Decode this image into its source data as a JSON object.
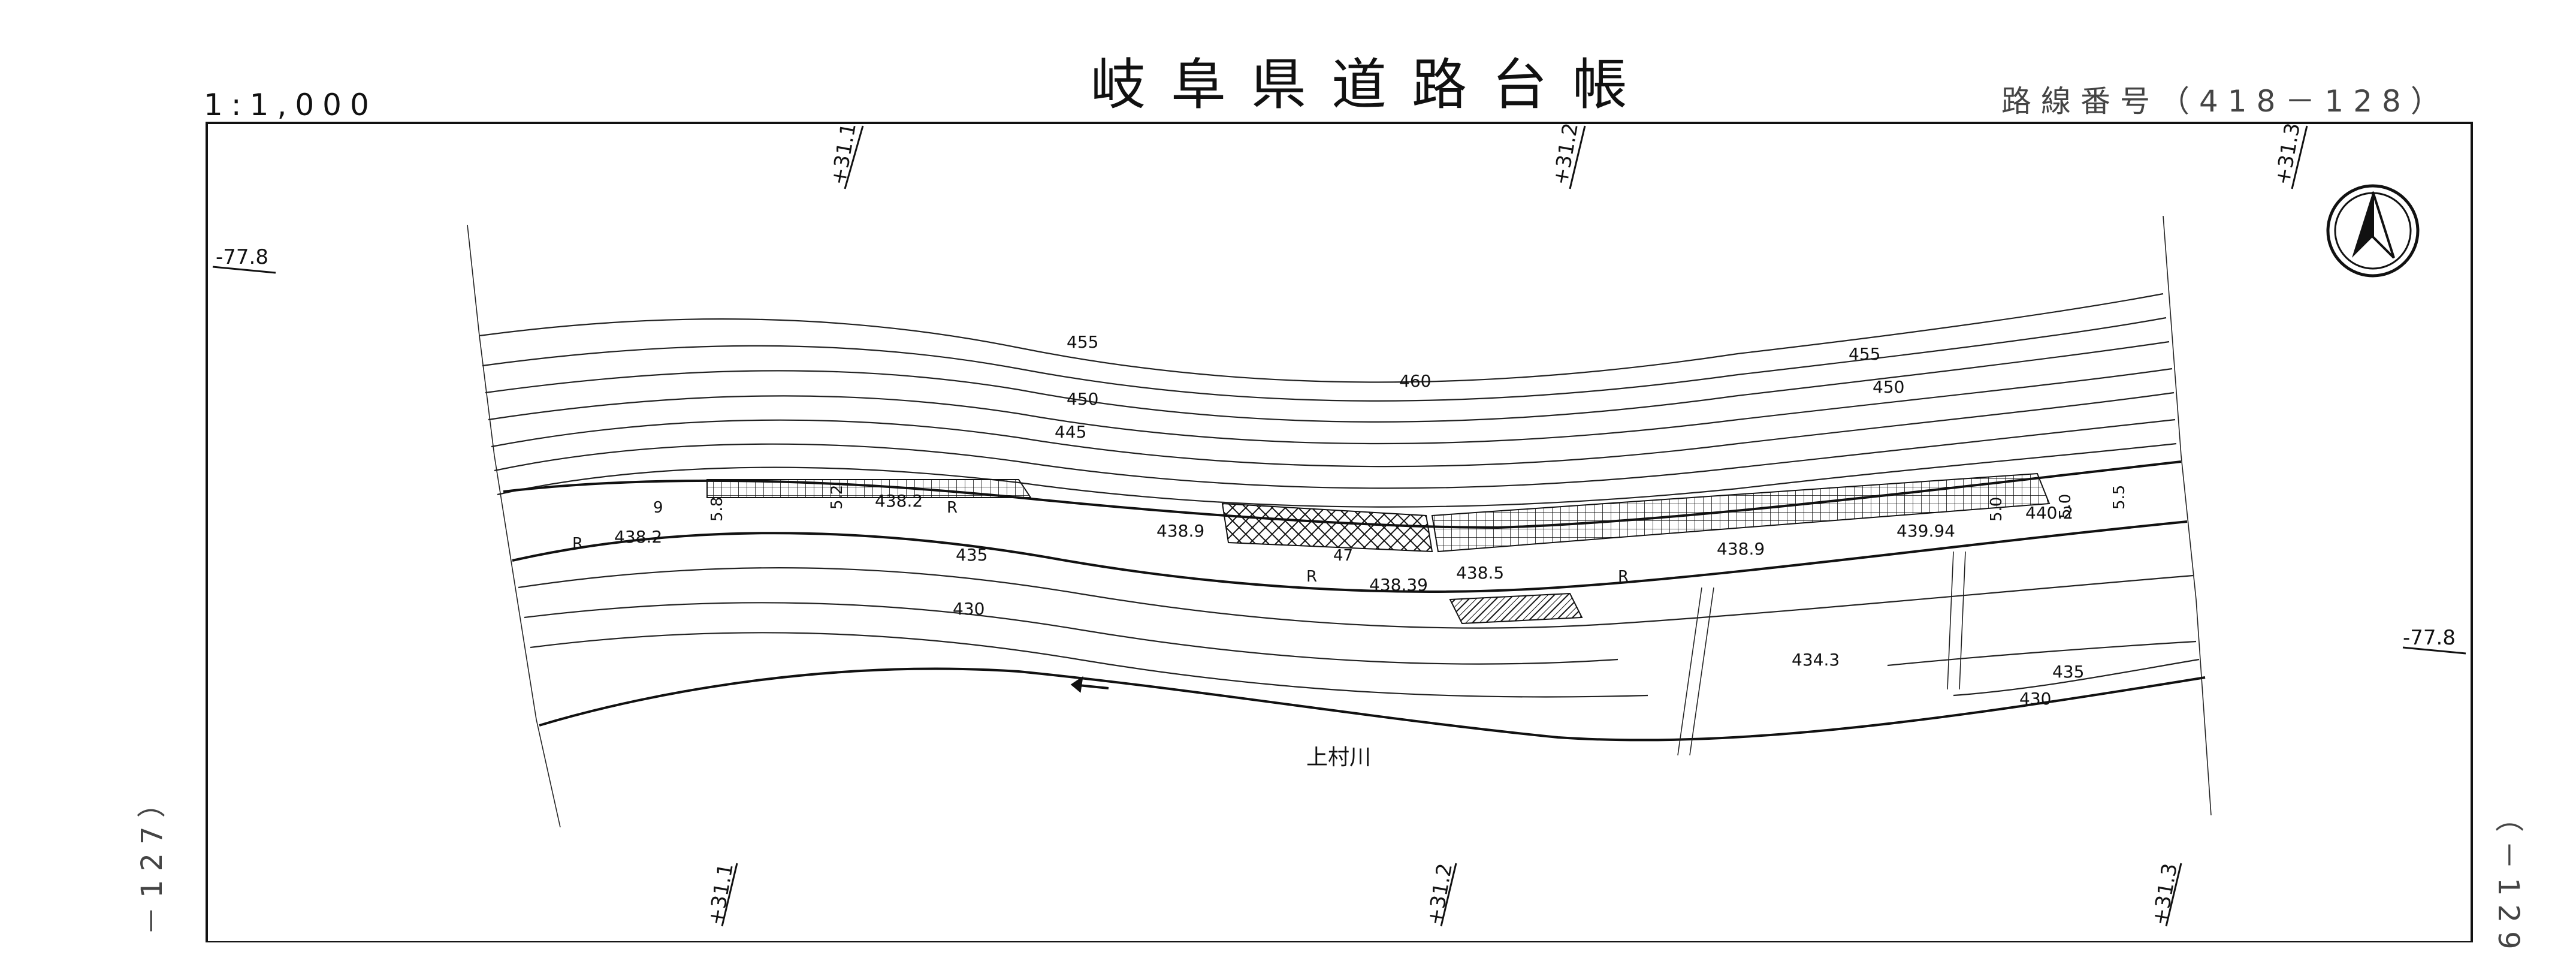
{
  "sheet": {
    "title": "岐阜県道路台帳",
    "scale": "1:1,000",
    "route_number": "路線番号（418－128）",
    "prev_sheet": "－127）",
    "next_sheet": "（－129"
  },
  "grid": {
    "top_ticks": [
      "+31.1",
      "+31.2",
      "+31.3"
    ],
    "bottom_ticks": [
      "+31.1",
      "+31.2",
      "+31.3"
    ],
    "left_tick": "-77.8",
    "right_tick": "-77.8"
  },
  "map_labels": {
    "river_name": "上村川",
    "contours": [
      "455",
      "460",
      "455",
      "450",
      "450",
      "445",
      "435",
      "430",
      "435",
      "430"
    ],
    "spot_heights": [
      "438.2",
      "438.2",
      "438.9",
      "438.5",
      "438.39",
      "438.9",
      "439.94",
      "440.2",
      "434.3"
    ],
    "road_marks": [
      "R",
      "R",
      "R",
      "R",
      "9",
      "5.8",
      "5.2",
      "47",
      "5.0",
      "5.0",
      "5.5"
    ]
  },
  "north_arrow": {
    "icon": "north-arrow-icon"
  },
  "colors": {
    "ink": "#111111",
    "paper": "#ffffff"
  }
}
